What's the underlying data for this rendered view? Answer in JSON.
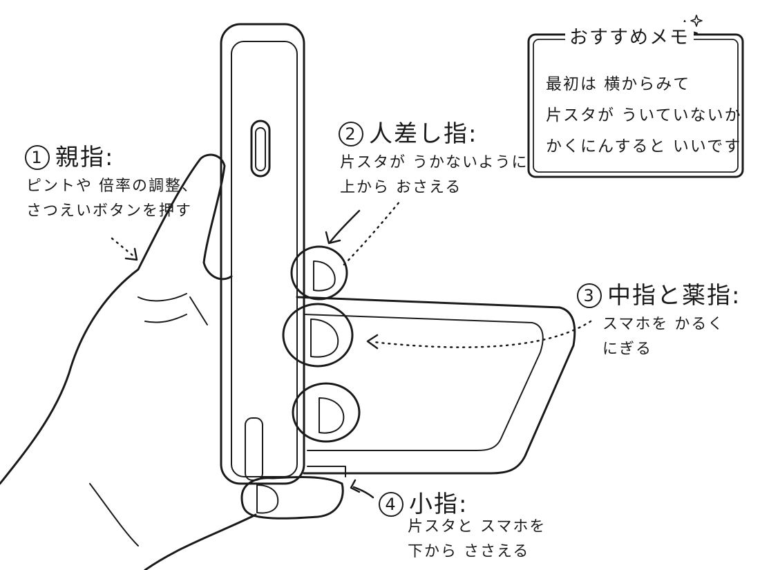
{
  "memo": {
    "title": "おすすめメモ",
    "lines": [
      "最初は 横からみて",
      "片スタが ういていないか",
      "かくにんすると いいです"
    ]
  },
  "annotations": [
    {
      "num": "1",
      "title": "親指:",
      "lines": [
        "ピントや 倍率の調整、",
        "さつえいボタンを押す"
      ]
    },
    {
      "num": "2",
      "title": "人差し指:",
      "lines": [
        "片スタが うかないように",
        "上から おさえる"
      ]
    },
    {
      "num": "3",
      "title": "中指と薬指:",
      "lines": [
        "スマホを かるく",
        "にぎる"
      ]
    },
    {
      "num": "4",
      "title": "小指:",
      "lines": [
        "片スタと スマホを",
        "下から ささえる"
      ]
    }
  ],
  "colors": {
    "ink": "#1a1a1a",
    "paper": "#ffffff"
  }
}
